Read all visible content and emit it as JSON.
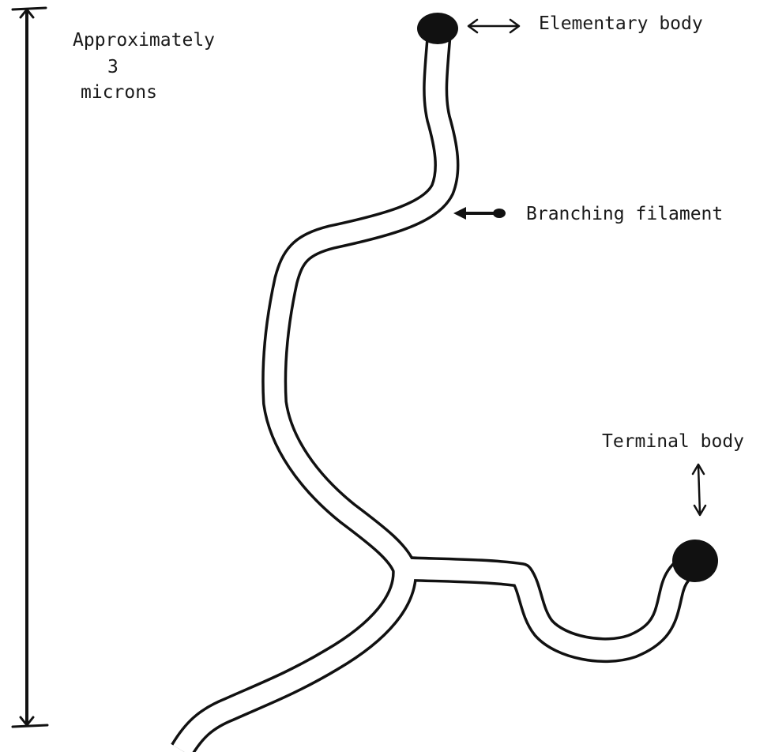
{
  "diagram": {
    "scale_label": [
      "Approximately",
      "3",
      "microns"
    ],
    "labels": {
      "elementary_body": "Elementary body",
      "branching_filament": "Branching filament",
      "terminal_body": "Terminal body"
    },
    "colors": {
      "ink": "#111111",
      "background": "#ffffff"
    }
  }
}
